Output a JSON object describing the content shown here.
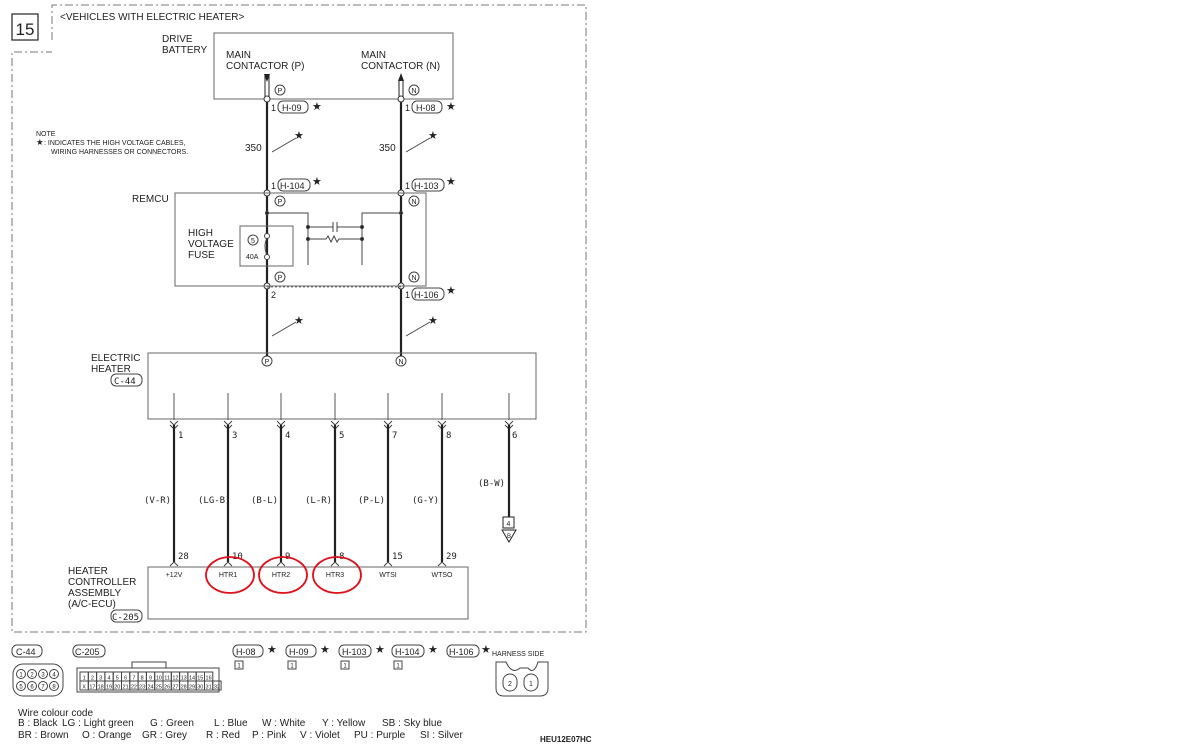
{
  "diagram": {
    "page_number": "15",
    "title": "<VEHICLES WITH ELECTRIC HEATER>",
    "note": {
      "heading": "NOTE",
      "line1": ": INDICATES THE HIGH VOLTAGE CABLES,",
      "line2": "WIRING HARNESSES OR CONNECTORS."
    },
    "drive_battery": {
      "label1": "DRIVE",
      "label2": "BATTERY",
      "contactor_p1": "MAIN",
      "contactor_p2": "CONTACTOR (P)",
      "contactor_n1": "MAIN",
      "contactor_n2": "CONTACTOR (N)"
    },
    "terminals": {
      "p": "P",
      "n": "N"
    },
    "connectors_top": {
      "h09": {
        "pin": "1",
        "name": "H-09"
      },
      "h08": {
        "pin": "1",
        "name": "H-08"
      },
      "h104": {
        "pin": "1",
        "name": "H-104"
      },
      "h103": {
        "pin": "1",
        "name": "H-103"
      },
      "rem_p_pin": "2",
      "h106": {
        "pin": "1",
        "name": "H-106"
      }
    },
    "cable_size": {
      "p": "350",
      "n": "350"
    },
    "remcu": {
      "label": "REMCU",
      "fuse_label1": "HIGH",
      "fuse_label2": "VOLTAGE",
      "fuse_label3": "FUSE",
      "fuse_number": "5",
      "fuse_rating": "40A"
    },
    "electric_heater": {
      "label1": "ELECTRIC",
      "label2": "HEATER",
      "connector": "C-44"
    },
    "wires": [
      {
        "heater_pin": "1",
        "color": "(V-R)",
        "ecu_pin": "28",
        "ecu_label": "+12V",
        "highlighted": false
      },
      {
        "heater_pin": "3",
        "color": "(LG-B)",
        "ecu_pin": "10",
        "ecu_label": "HTR1",
        "highlighted": true
      },
      {
        "heater_pin": "4",
        "color": "(B-L)",
        "ecu_pin": "9",
        "ecu_label": "HTR2",
        "highlighted": true
      },
      {
        "heater_pin": "5",
        "color": "(L-R)",
        "ecu_pin": "8",
        "ecu_label": "HTR3",
        "highlighted": true
      },
      {
        "heater_pin": "7",
        "color": "(P-L)",
        "ecu_pin": "15",
        "ecu_label": "WTSI",
        "highlighted": false
      },
      {
        "heater_pin": "8",
        "color": "(G-Y)",
        "ecu_pin": "29",
        "ecu_label": "WTSO",
        "highlighted": false
      }
    ],
    "ground_wire": {
      "heater_pin": "6",
      "color": "(B-W)",
      "ground_number": "4",
      "ground_letter": "B"
    },
    "controller": {
      "label1": "HEATER",
      "label2": "CONTROLLER",
      "label3": "ASSEMBLY",
      "label4": "(A/C-ECU)",
      "connector": "C-205"
    },
    "connector_views": {
      "c44": {
        "name": "C-44",
        "pins": [
          "1",
          "2",
          "3",
          "4",
          "5",
          "6",
          "7",
          "8"
        ]
      },
      "c205": {
        "name": "C-205",
        "row1": [
          "1",
          "2",
          "3",
          "4",
          "5",
          "6",
          "7",
          "8",
          "9",
          "10",
          "11",
          "12",
          "13",
          "14",
          "15",
          "16"
        ],
        "row2": [
          "X",
          "17",
          "18",
          "19",
          "20",
          "21",
          "22",
          "23",
          "24",
          "25",
          "26",
          "27",
          "28",
          "29",
          "30",
          "31",
          "32"
        ]
      },
      "singles": [
        {
          "name": "H-08",
          "pin": "1"
        },
        {
          "name": "H-09",
          "pin": "1"
        },
        {
          "name": "H-103",
          "pin": "1"
        },
        {
          "name": "H-104",
          "pin": "1"
        }
      ],
      "h106": {
        "name": "H-106",
        "side": "HARNESS SIDE",
        "pins": [
          "2",
          "1"
        ]
      }
    },
    "colour_code": {
      "heading": "Wire colour code",
      "row1": [
        "B : Black",
        "LG : Light green",
        "G : Green",
        "L : Blue",
        "W : White",
        "Y : Yellow",
        "SB : Sky blue"
      ],
      "row2": [
        "BR : Brown",
        "O : Orange",
        "GR : Grey",
        "R : Red",
        "P : Pink",
        "V : Violet",
        "PU : Purple",
        "SI : Silver"
      ]
    },
    "figure_code": "HEU12E07HC"
  }
}
